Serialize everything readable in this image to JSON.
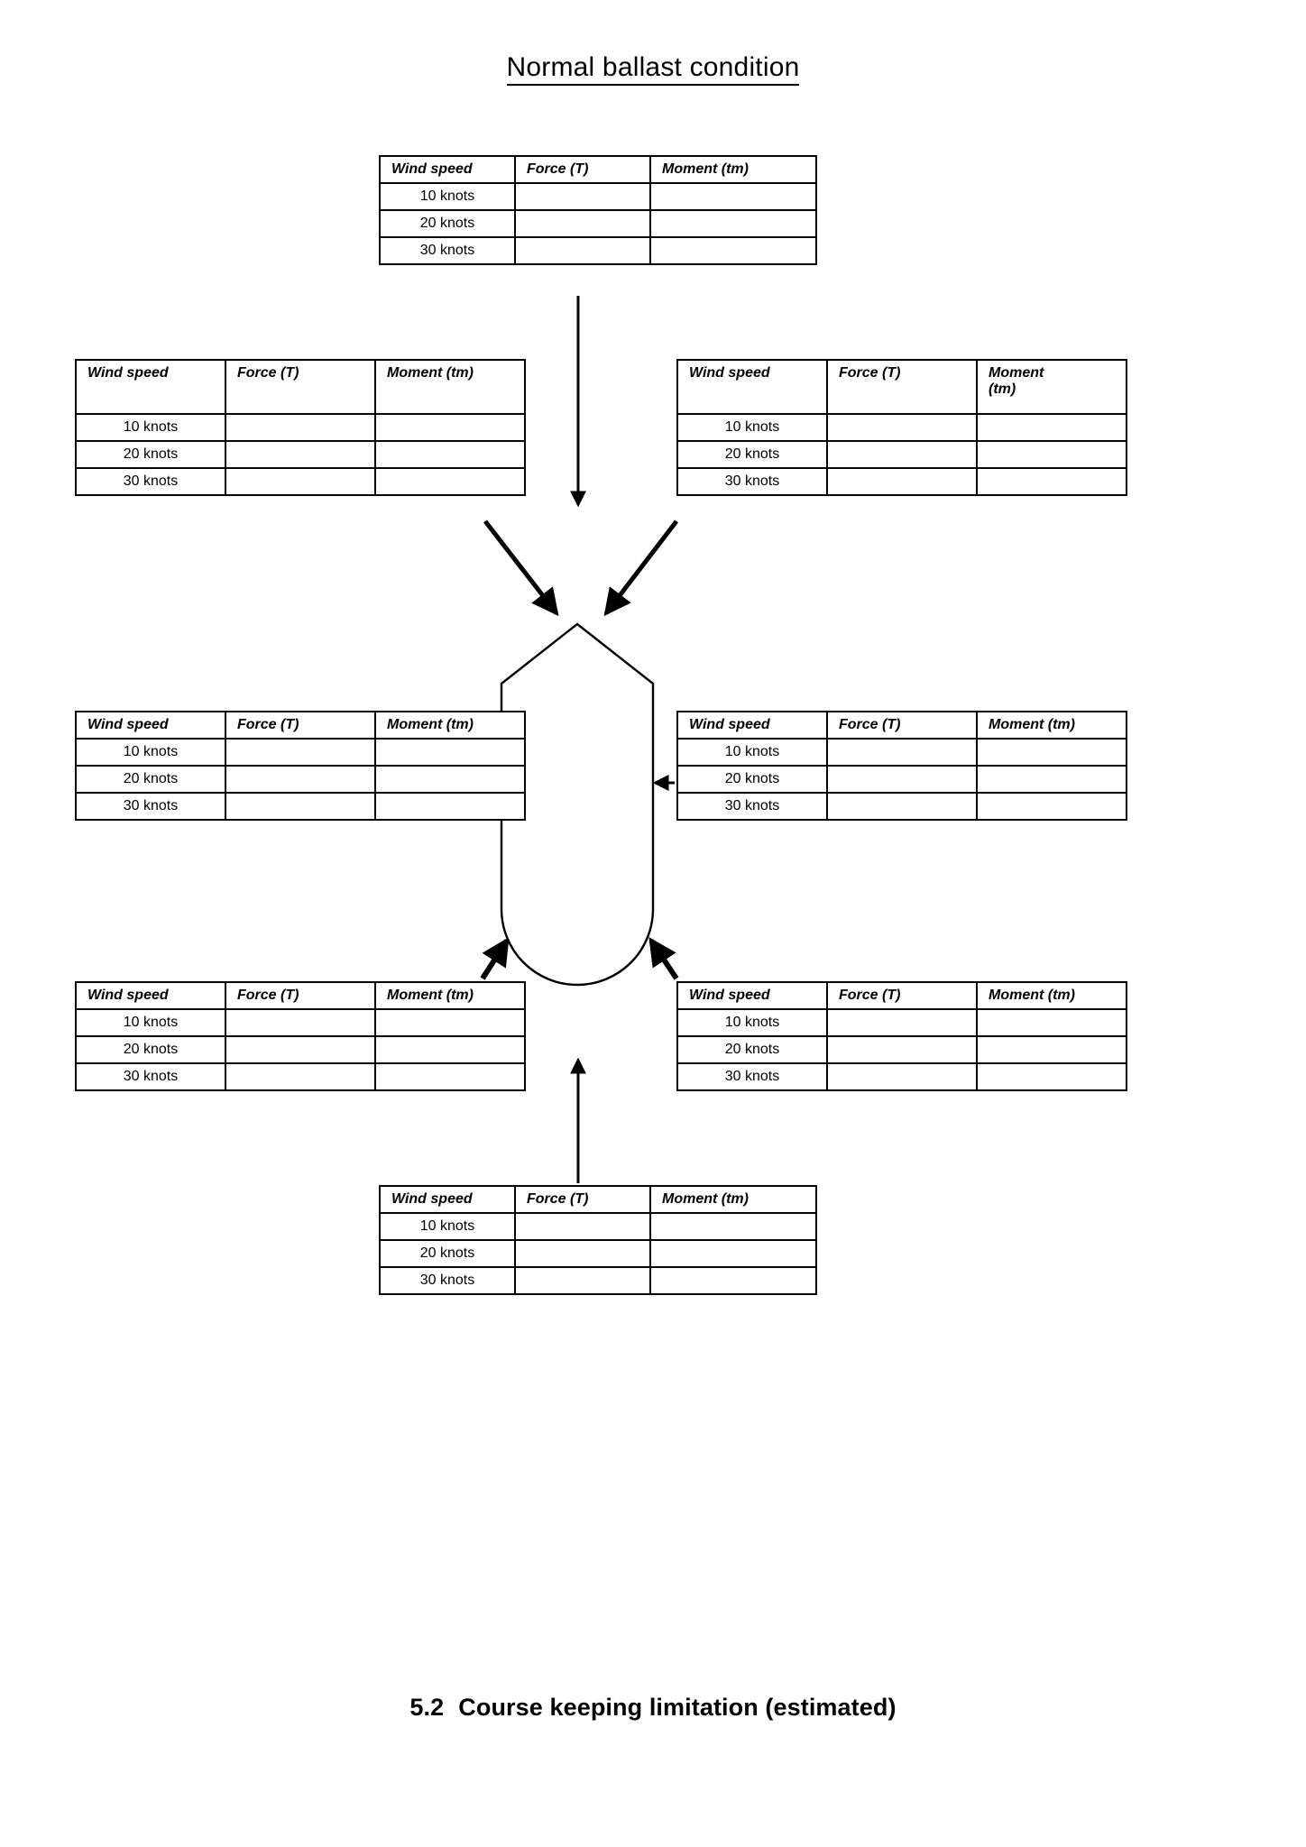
{
  "page": {
    "title": "Normal ballast condition",
    "section_heading": {
      "number": "5.2",
      "text": "Course keeping limitation (estimated)"
    }
  },
  "table_template": {
    "headers": [
      "Wind speed",
      "Force (T)",
      "Moment (tm)"
    ],
    "header_moment_wrapped": [
      "Moment",
      "(tm)"
    ],
    "rows": [
      {
        "speed": "10 knots",
        "force": "",
        "moment": ""
      },
      {
        "speed": "20 knots",
        "force": "",
        "moment": ""
      },
      {
        "speed": "30 knots",
        "force": "",
        "moment": ""
      }
    ]
  },
  "tables": {
    "top": {
      "position": "bow-head-on",
      "headers": [
        "Wind speed",
        "Force (T)",
        "Moment (tm)"
      ],
      "rows": [
        {
          "speed": "10 knots",
          "force": "",
          "moment": ""
        },
        {
          "speed": "20 knots",
          "force": "",
          "moment": ""
        },
        {
          "speed": "30 knots",
          "force": "",
          "moment": ""
        }
      ]
    },
    "upper_left": {
      "position": "bow-port-quarter",
      "headers": [
        "Wind speed",
        "Force (T)",
        "Moment (tm)"
      ],
      "rows": [
        {
          "speed": "10 knots",
          "force": "",
          "moment": ""
        },
        {
          "speed": "20 knots",
          "force": "",
          "moment": ""
        },
        {
          "speed": "30 knots",
          "force": "",
          "moment": ""
        }
      ]
    },
    "upper_right": {
      "position": "bow-starboard-quarter",
      "headers": [
        "Wind speed",
        "Force (T)",
        "Moment",
        "(tm)"
      ],
      "rows": [
        {
          "speed": "10 knots",
          "force": "",
          "moment": ""
        },
        {
          "speed": "20 knots",
          "force": "",
          "moment": ""
        },
        {
          "speed": "30 knots",
          "force": "",
          "moment": ""
        }
      ]
    },
    "mid_left": {
      "position": "port-beam",
      "headers": [
        "Wind speed",
        "Force (T)",
        "Moment (tm)"
      ],
      "rows": [
        {
          "speed": "10 knots",
          "force": "",
          "moment": ""
        },
        {
          "speed": "20 knots",
          "force": "",
          "moment": ""
        },
        {
          "speed": "30 knots",
          "force": "",
          "moment": ""
        }
      ]
    },
    "mid_right": {
      "position": "starboard-beam",
      "headers": [
        "Wind speed",
        "Force (T)",
        "Moment (tm)"
      ],
      "rows": [
        {
          "speed": "10 knots",
          "force": "",
          "moment": ""
        },
        {
          "speed": "20 knots",
          "force": "",
          "moment": ""
        },
        {
          "speed": "30 knots",
          "force": "",
          "moment": ""
        }
      ]
    },
    "lower_left": {
      "position": "stern-port-quarter",
      "headers": [
        "Wind speed",
        "Force (T)",
        "Moment (tm)"
      ],
      "rows": [
        {
          "speed": "10 knots",
          "force": "",
          "moment": ""
        },
        {
          "speed": "20 knots",
          "force": "",
          "moment": ""
        },
        {
          "speed": "30 knots",
          "force": "",
          "moment": ""
        }
      ]
    },
    "lower_right": {
      "position": "stern-starboard-quarter",
      "headers": [
        "Wind speed",
        "Force (T)",
        "Moment (tm)"
      ],
      "rows": [
        {
          "speed": "10 knots",
          "force": "",
          "moment": ""
        },
        {
          "speed": "20 knots",
          "force": "",
          "moment": ""
        },
        {
          "speed": "30 knots",
          "force": "",
          "moment": ""
        }
      ]
    },
    "bottom": {
      "position": "stern-following",
      "headers": [
        "Wind speed",
        "Force (T)",
        "Moment (tm)"
      ],
      "rows": [
        {
          "speed": "10 knots",
          "force": "",
          "moment": ""
        },
        {
          "speed": "20 knots",
          "force": "",
          "moment": ""
        },
        {
          "speed": "30 knots",
          "force": "",
          "moment": ""
        }
      ]
    }
  },
  "colors": {
    "ink": "#000000",
    "paper": "#ffffff"
  }
}
